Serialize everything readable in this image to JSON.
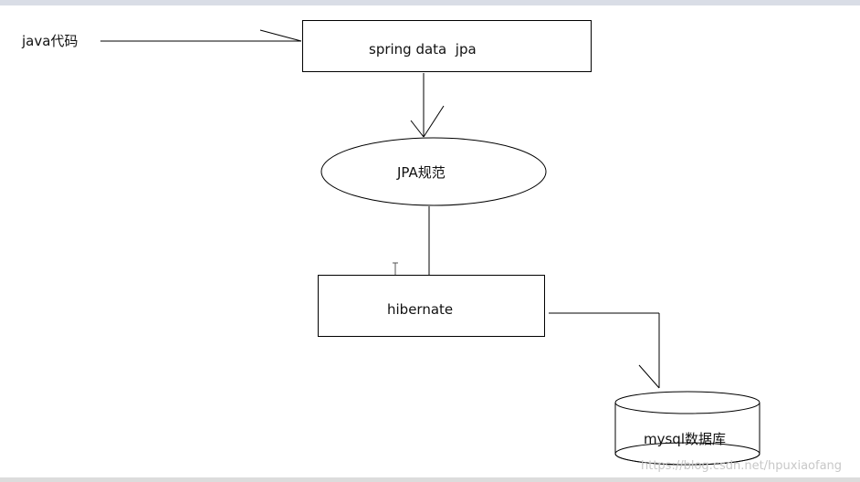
{
  "diagram": {
    "input_label": "java代码",
    "box_spring": "spring data  jpa",
    "ellipse_jpa": "JPA规范",
    "box_hibernate": "hibernate",
    "db_mysql": "mysql数据库",
    "watermark": "https://blog.csdn.net/hpuxiaofang"
  },
  "colors": {
    "stroke": "#000000",
    "background": "#ffffff",
    "top_bar": "#d9dde6"
  }
}
